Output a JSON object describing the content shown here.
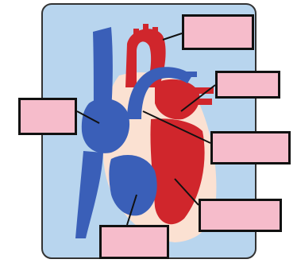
{
  "colors": {
    "background_panel": "#b8d5ee",
    "panel_border": "#333333",
    "tissue": "#fbe1d2",
    "oxygenated_blood": "#d0262c",
    "deoxygenated_blood": "#3a5fb8",
    "label_box_fill": "#f6bccb",
    "label_box_border": "#111111",
    "leader_line": "#111111"
  },
  "label_boxes": [
    {
      "id": "box-1",
      "text": ""
    },
    {
      "id": "box-2",
      "text": ""
    },
    {
      "id": "box-3",
      "text": ""
    },
    {
      "id": "box-4",
      "text": ""
    },
    {
      "id": "box-5",
      "text": ""
    },
    {
      "id": "box-6",
      "text": ""
    }
  ]
}
